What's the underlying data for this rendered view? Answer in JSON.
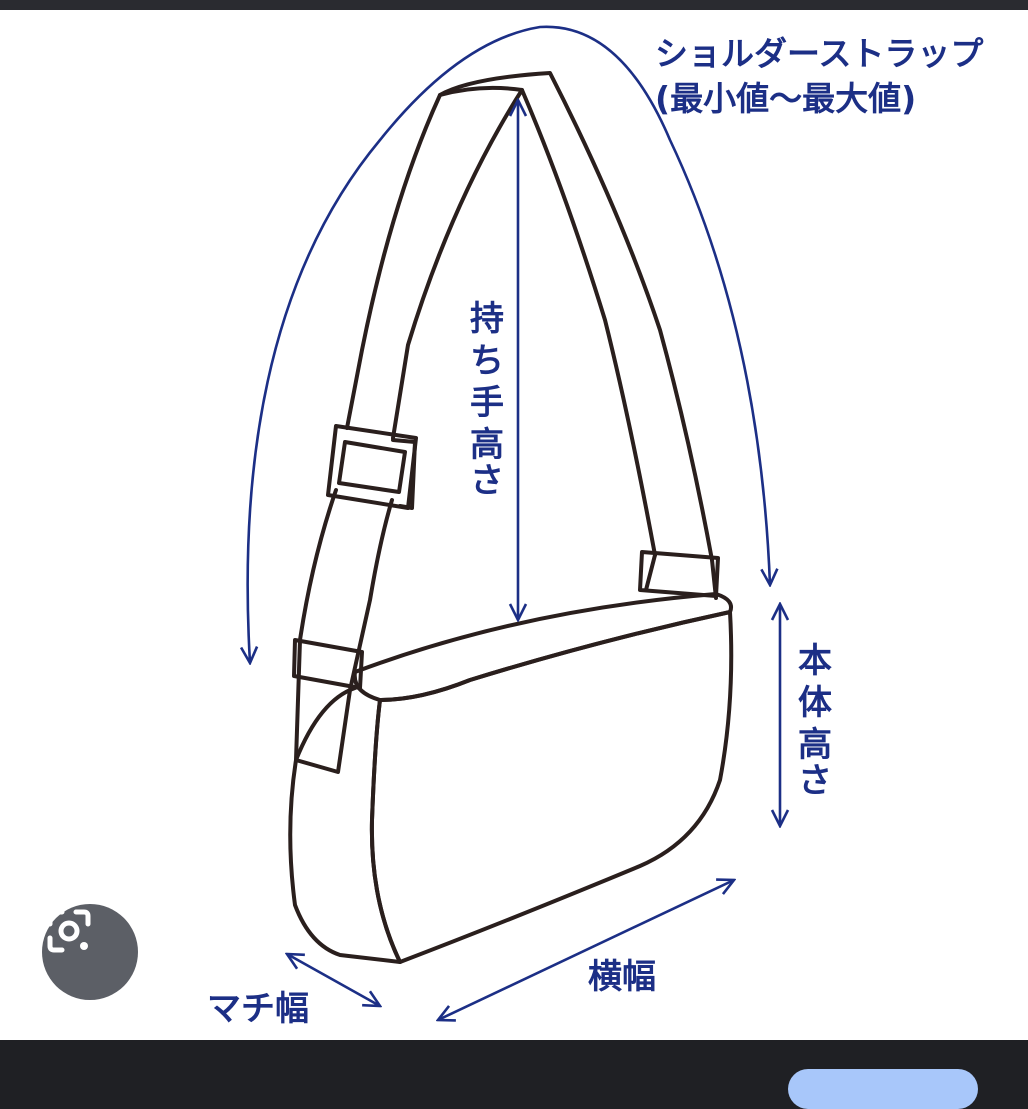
{
  "labels": {
    "shoulder_strap_line1": "ショルダーストラップ",
    "shoulder_strap_line2": "(最小値〜最大値)",
    "handle_height": [
      "持",
      "ち",
      "手",
      "高",
      "さ"
    ],
    "body_height": [
      "本",
      "体",
      "高",
      "さ"
    ],
    "width": "横幅",
    "gusset_width": "マチ幅"
  },
  "icons": {
    "lens": "google-lens-icon"
  },
  "colors": {
    "annotation": "#1c2f86",
    "outline": "#2a1f1d",
    "overlay_bar": "#1f2024",
    "lens_button": "#5c5f66",
    "pill_button": "#a8c7fa"
  }
}
